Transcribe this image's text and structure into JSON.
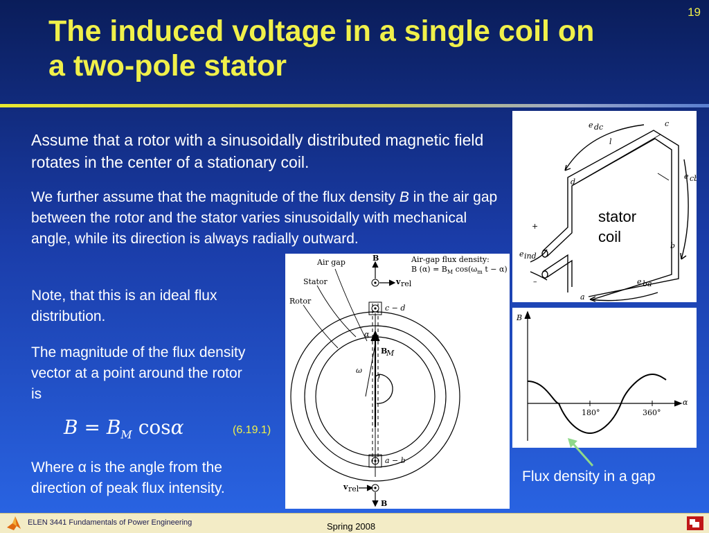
{
  "slide": {
    "number": "19",
    "title": "The induced voltage in a single coil on a two-pole stator"
  },
  "body": {
    "p1": "Assume that a rotor with a sinusoidally distributed magnetic field rotates in the center of a stationary coil.",
    "p2_pre": "We further assume that the magnitude of the flux density ",
    "p2_var": "B",
    "p2_post": " in the air gap between the rotor and the stator varies sinusoidally with mechanical angle, while its direction is always radially outward.",
    "p3": "Note, that this is an ideal flux distribution.",
    "p4": "The magnitude of the flux density vector at a point around the rotor is",
    "eq_b": "B",
    "eq_eq": " = ",
    "eq_bm": "B",
    "eq_m": "M",
    "eq_cos": " cos",
    "eq_alpha": "α",
    "eq_number": "(6.19.1)",
    "p5_pre": "Where ",
    "p5_alpha": "α",
    "p5_post": " is the angle from the direction of peak flux intensity."
  },
  "figures": {
    "coil": {
      "label_stator": "stator",
      "label_coil": "coil",
      "lbl_edc": "e",
      "lbl_edc_sub": "dc",
      "lbl_c": "c",
      "lbl_l": "l",
      "lbl_d": "d",
      "lbl_ecb": "e",
      "lbl_ecb_sub": "cb",
      "lbl_plus": "+",
      "lbl_eind": "e",
      "lbl_eind_sub": "ind",
      "lbl_minus": "–",
      "lbl_b": "b",
      "lbl_eba": "e",
      "lbl_eba_sub": "ba",
      "lbl_a": "a"
    },
    "gap": {
      "lbl_airgap": "Air gap",
      "lbl_stator": "Stator",
      "lbl_rotor": "Rotor",
      "lbl_B_top": "B",
      "lbl_vrel_top": "v",
      "lbl_vrel_sub": "rel",
      "lbl_flux_title": "Air-gap flux density:",
      "lbl_flux_formula": "B (α) = B",
      "lbl_flux_m": "M",
      "lbl_flux_rest": " cos(ω",
      "lbl_flux_m2": "m",
      "lbl_flux_end": " t − α)",
      "lbl_cd": "c − d",
      "lbl_alpha": "α",
      "lbl_BM": "B",
      "lbl_BM_sub": "M",
      "lbl_omega": "ω",
      "lbl_ab": "a − b",
      "lbl_vrel_bot": "v",
      "lbl_vrel_bot_sub": "rel",
      "lbl_B_bot": "B"
    },
    "graph": {
      "ylabel": "B",
      "xlabel": "α",
      "tick_180": "180°",
      "tick_360": "360°"
    },
    "caption": "Flux density in a gap"
  },
  "footer": {
    "course": "ELEN 3441 Fundamentals of Power Engineering",
    "term": "Spring 2008"
  },
  "colors": {
    "title": "#f0f04a",
    "text": "#ffffff",
    "arrow": "#8fd88a"
  }
}
